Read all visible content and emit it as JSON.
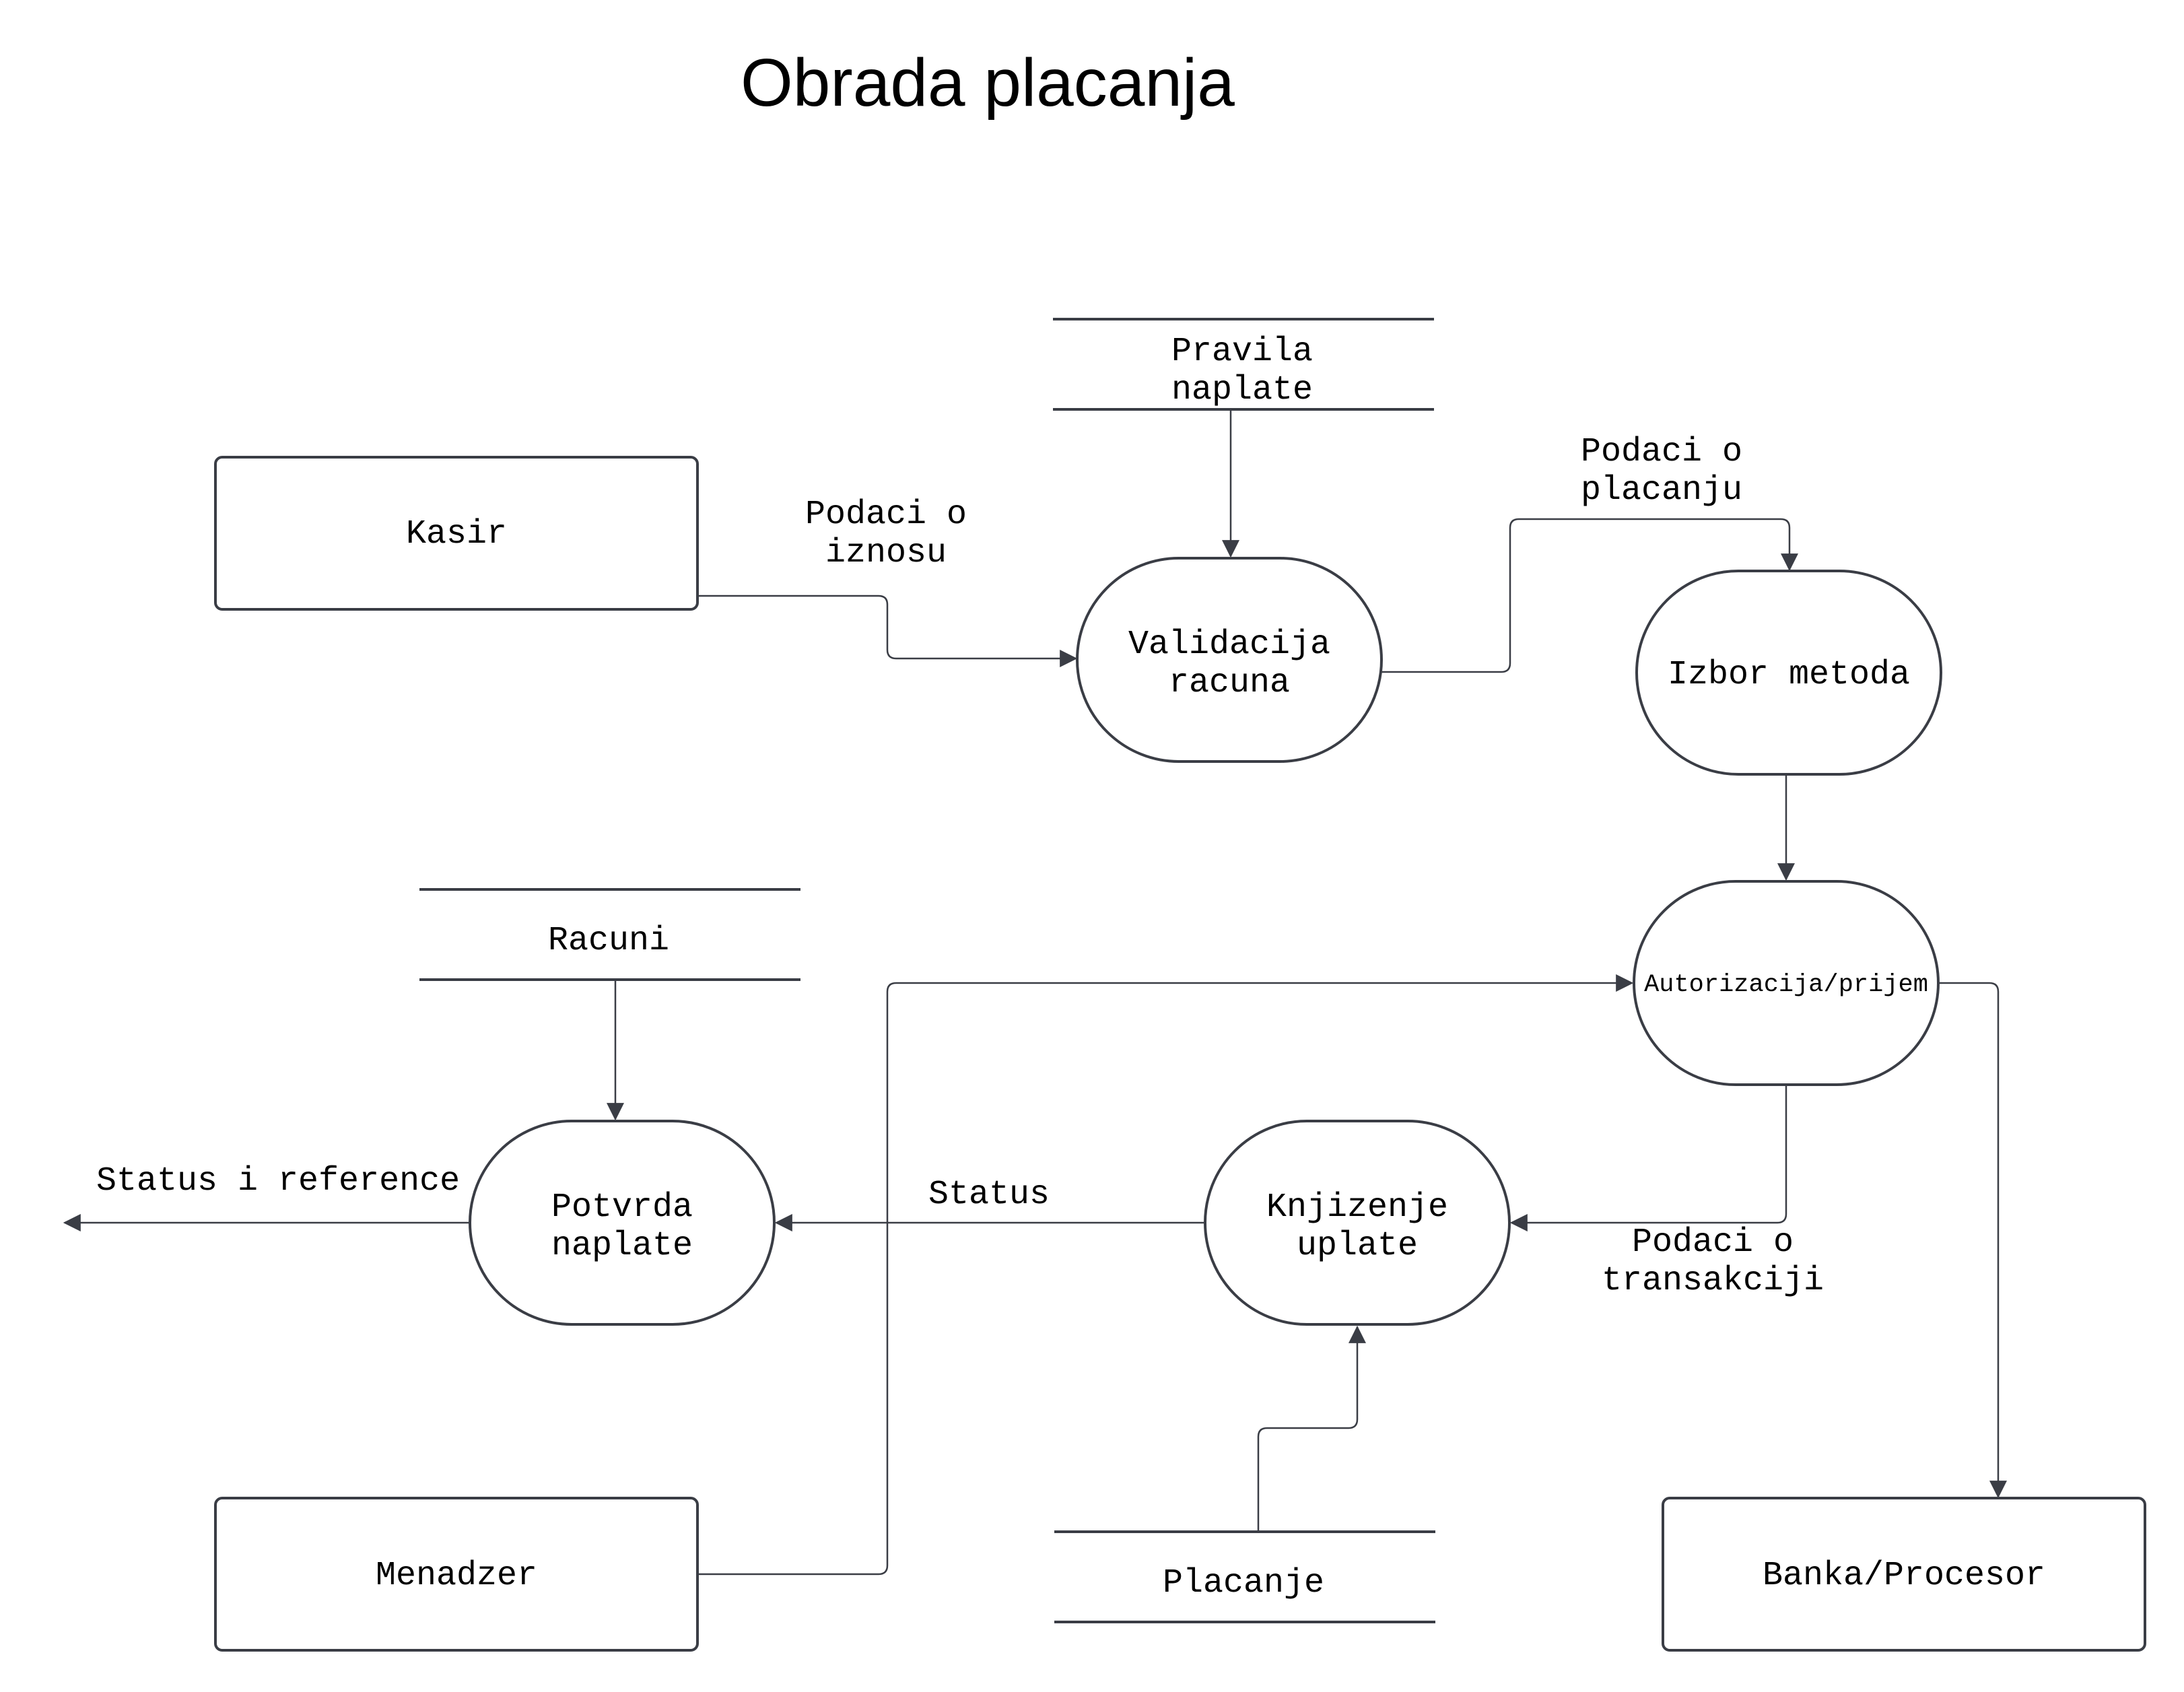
{
  "title": "Obrada placanja",
  "entities": {
    "kasir": "Kasir",
    "menadzer": "Menadzer",
    "banka": "Banka/Procesor"
  },
  "processes": {
    "validacija": [
      "Validacija",
      "racuna"
    ],
    "izbor": [
      "Izbor metoda"
    ],
    "autorizacija": [
      "Autorizacija/prijem"
    ],
    "knjizenje": [
      "Knjizenje",
      "uplate"
    ],
    "potvrda": [
      "Potvrda",
      "naplate"
    ]
  },
  "stores": {
    "pravila": [
      "Pravila",
      "naplate"
    ],
    "racuni": [
      "Racuni"
    ],
    "placanje": [
      "Placanje"
    ]
  },
  "flows": {
    "podaci_iznosu": [
      "Podaci o",
      "iznosu"
    ],
    "podaci_placanju": [
      "Podaci o",
      "placanju"
    ],
    "podaci_transakciji": [
      "Podaci o",
      "transakciji"
    ],
    "status": [
      "Status"
    ],
    "status_reference": [
      "Status i reference"
    ]
  },
  "colors": {
    "stroke": "#3a3d45",
    "text": "#000000",
    "background": "#ffffff"
  }
}
